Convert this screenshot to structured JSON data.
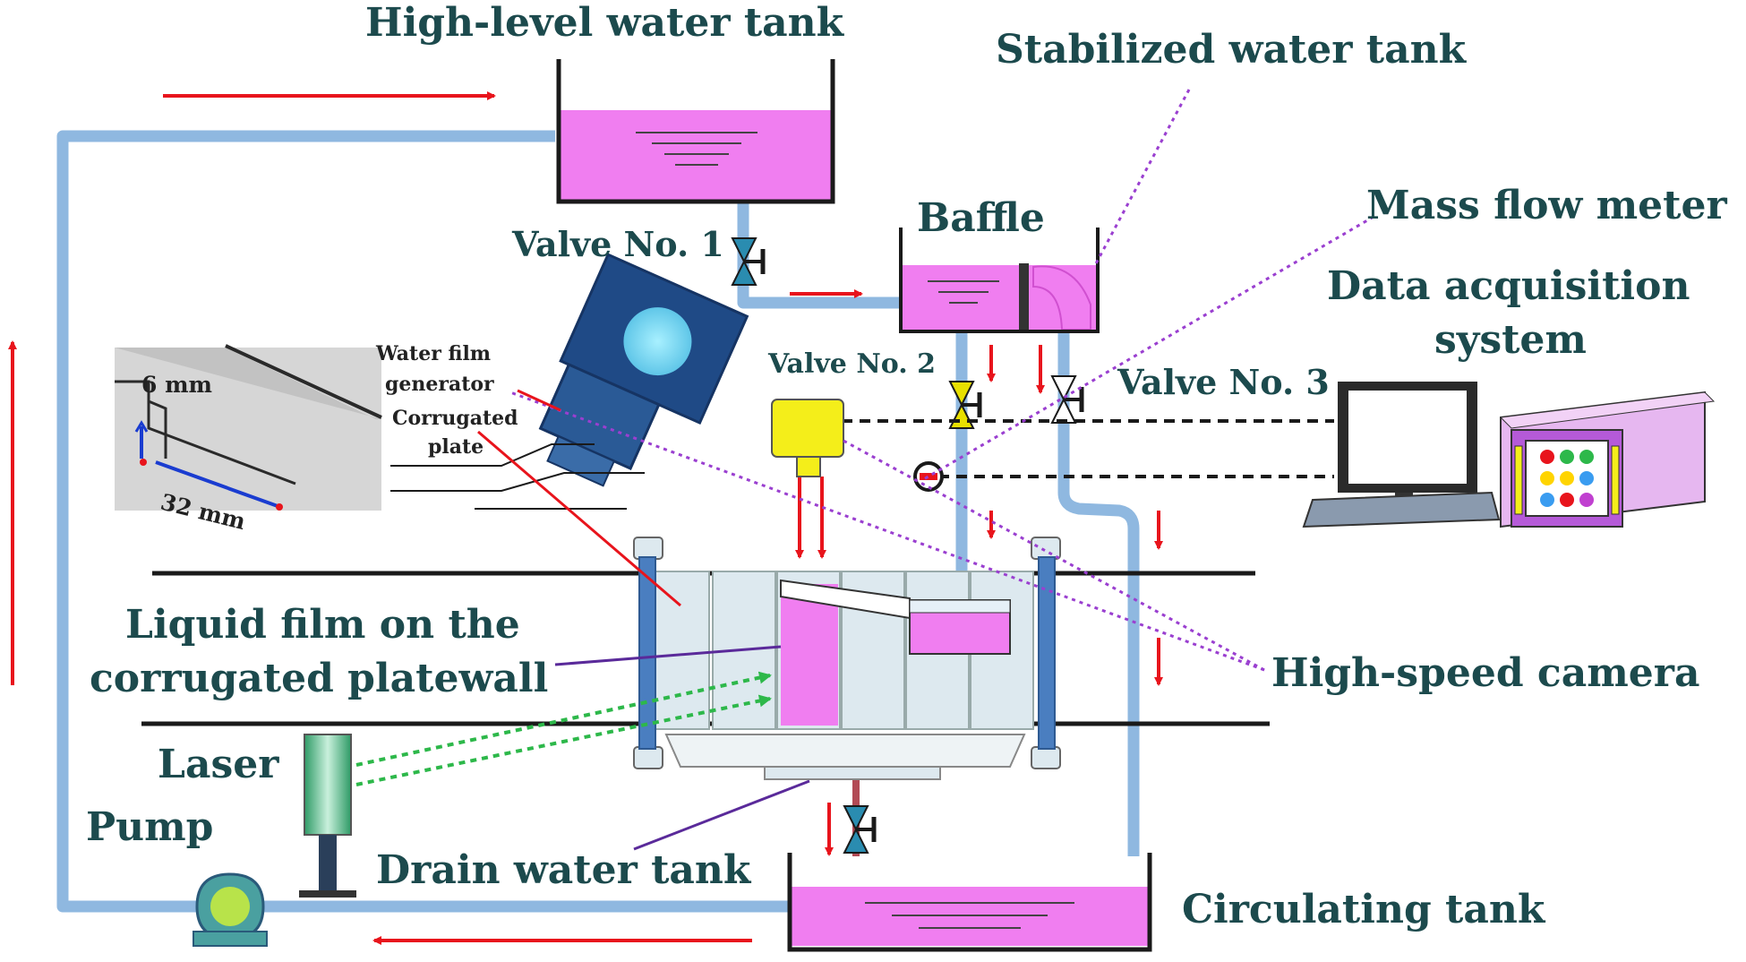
{
  "labels": {
    "high_level_tank": "High-level water tank",
    "stabilized_tank": "Stabilized water tank",
    "baffle": "Baffle",
    "mass_flow_meter": "Mass flow meter",
    "data_acq_line1": "Data acquisition",
    "data_acq_line2": "system",
    "valve1": "Valve No. 1",
    "valve2": "Valve No. 2",
    "valve3": "Valve No. 3",
    "water_film_line1": "Water film",
    "water_film_line2": "generator",
    "corrugated_line1": "Corrugated",
    "corrugated_line2": "plate",
    "liquid_film_line1": "Liquid film on the",
    "liquid_film_line2": "corrugated platewall",
    "high_speed_camera": "High-speed camera",
    "laser": "Laser",
    "pump": "Pump",
    "drain_tank": "Drain water tank",
    "circulating_tank": "Circulating tank",
    "inset_dim1": "6 mm",
    "inset_dim2": "32 mm"
  },
  "colors": {
    "label": "#1c4a4d",
    "pipe": "#8fb8e0",
    "tank_fill": "#f07ef0",
    "flow_arrow": "#e8141c",
    "valve": "#e8e000",
    "laser_beam": "#2db84a",
    "callout_line": "#9a3fd0",
    "camera": "#1f4a86"
  }
}
